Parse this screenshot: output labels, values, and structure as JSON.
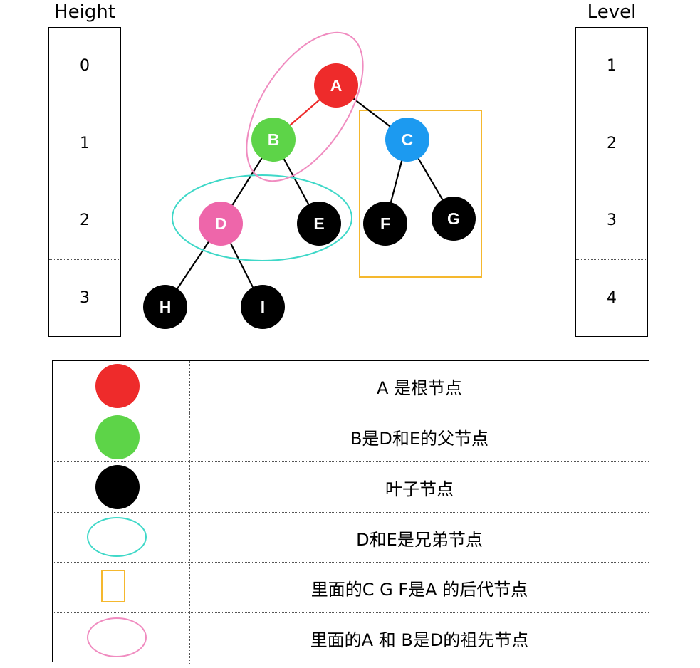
{
  "height_column": {
    "title": "Height",
    "values": [
      "0",
      "1",
      "2",
      "3"
    ]
  },
  "level_column": {
    "title": "Level",
    "values": [
      "1",
      "2",
      "3",
      "4"
    ]
  },
  "tree": {
    "nodes": [
      {
        "id": "A",
        "label": "A",
        "color": "#ee2b2b",
        "text_color": "#ffffff"
      },
      {
        "id": "B",
        "label": "B",
        "color": "#5dd448",
        "text_color": "#ffffff"
      },
      {
        "id": "C",
        "label": "C",
        "color": "#1c9af0",
        "text_color": "#ffffff"
      },
      {
        "id": "D",
        "label": "D",
        "color": "#ee66aa",
        "text_color": "#ffffff"
      },
      {
        "id": "E",
        "label": "E",
        "color": "#000000",
        "text_color": "#ffffff"
      },
      {
        "id": "F",
        "label": "F",
        "color": "#000000",
        "text_color": "#ffffff"
      },
      {
        "id": "G",
        "label": "G",
        "color": "#000000",
        "text_color": "#ffffff"
      },
      {
        "id": "H",
        "label": "H",
        "color": "#000000",
        "text_color": "#ffffff"
      },
      {
        "id": "I",
        "label": "I",
        "color": "#000000",
        "text_color": "#ffffff"
      }
    ],
    "edges": [
      {
        "from": "A",
        "to": "B",
        "color": "#ee2b2b"
      },
      {
        "from": "A",
        "to": "C",
        "color": "#000000"
      },
      {
        "from": "B",
        "to": "D",
        "color": "#000000"
      },
      {
        "from": "B",
        "to": "E",
        "color": "#000000"
      },
      {
        "from": "C",
        "to": "F",
        "color": "#000000"
      },
      {
        "from": "C",
        "to": "G",
        "color": "#000000"
      },
      {
        "from": "D",
        "to": "H",
        "color": "#000000"
      },
      {
        "from": "D",
        "to": "I",
        "color": "#000000"
      }
    ],
    "highlights": {
      "ancestors_color": "#f08cc0",
      "siblings_color": "#3fd8c8",
      "descendants_color": "#f5b82e"
    }
  },
  "legend": [
    {
      "symbol": "dot",
      "color": "#ee2b2b",
      "text": "A  是根节点"
    },
    {
      "symbol": "dot",
      "color": "#5dd448",
      "text": "B是D和E的父节点"
    },
    {
      "symbol": "dot",
      "color": "#000000",
      "text": "叶子节点"
    },
    {
      "symbol": "ellipse",
      "color": "#3fd8c8",
      "text": "D和E是兄弟节点"
    },
    {
      "symbol": "rect",
      "color": "#f5b82e",
      "text": "里面的C G  F是A 的后代节点"
    },
    {
      "symbol": "ellipse",
      "color": "#f08cc0",
      "text": "里面的A 和 B是D的祖先节点"
    }
  ]
}
